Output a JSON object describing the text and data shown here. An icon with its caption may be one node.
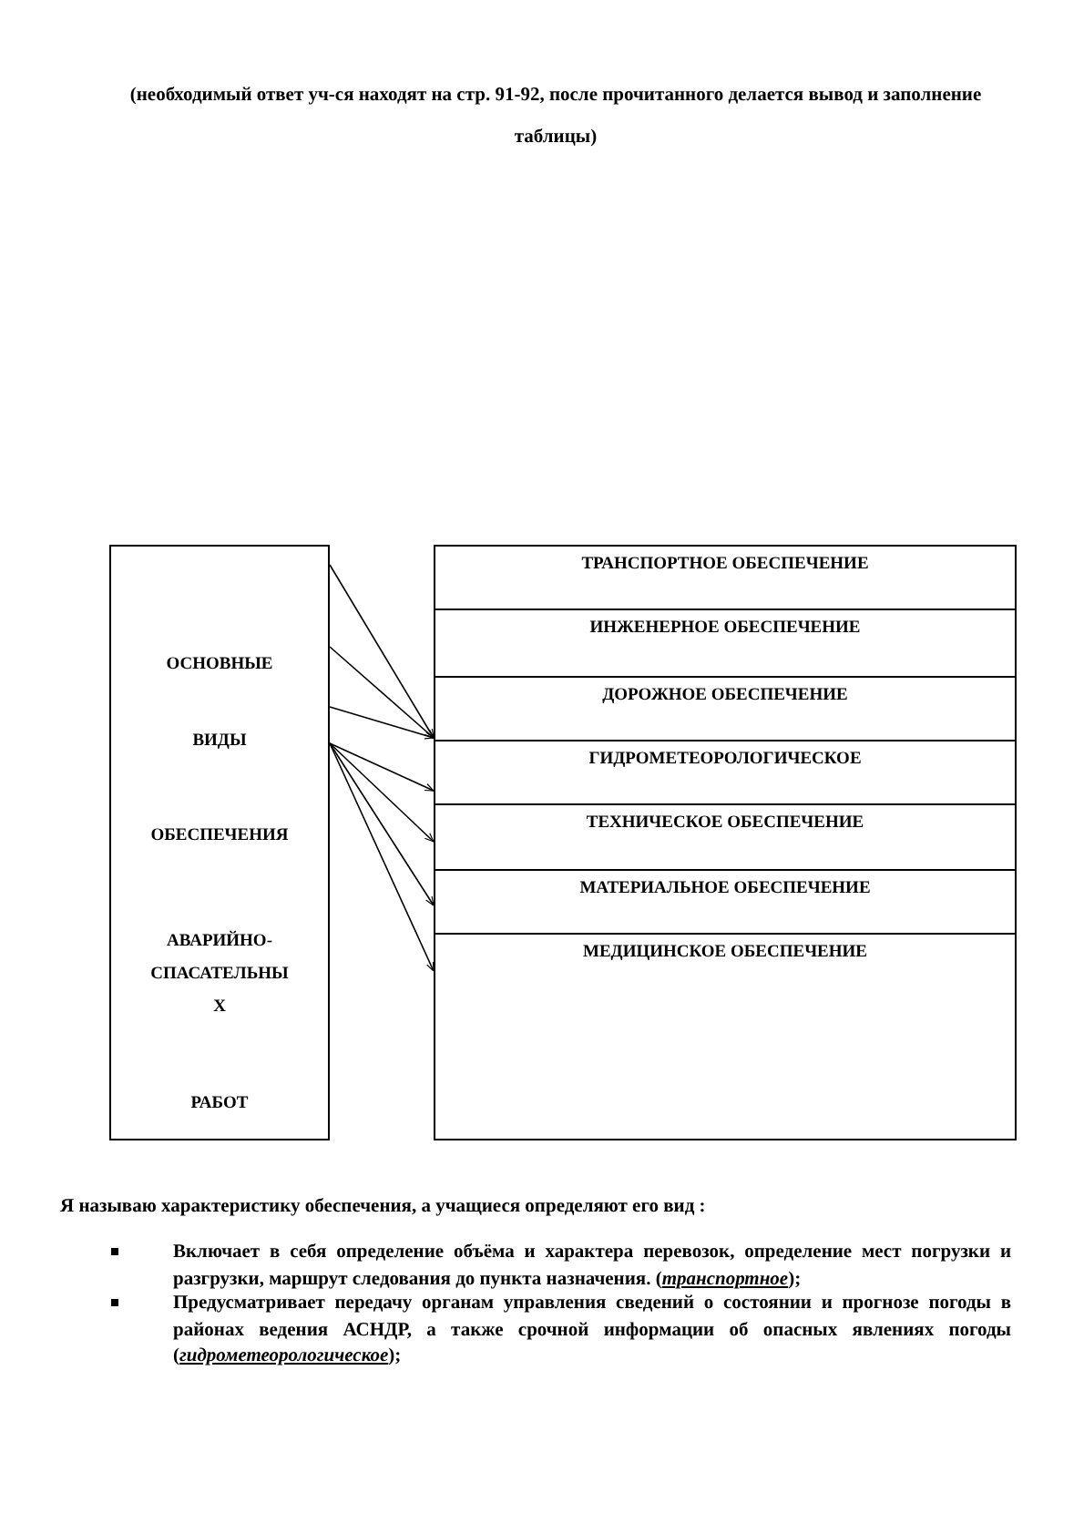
{
  "diagram": {
    "nodes": [
      {
        "text": [
          "ОСНОВНЫЕ",
          "ВИДЫ",
          "ОБЕСПЕЧЕНИЯ",
          "АВАРИЙНО-СПАСАТЕЛЬНЫ Х",
          "РАБОТ"
        ]
      },
      {
        "text": [
          "ТРАНСПОРТНОЕ ОБЕСПЕЧЕНИЕ"
        ]
      },
      {
        "text": [
          "ИНЖЕНЕРНОЕ ОБЕСПЕЧЕНИЕ"
        ]
      },
      {
        "text": [
          "ДОРОЖНОЕ ОБЕСПЕЧЕНИЕ"
        ]
      },
      {
        "text": [
          "ГИДРОМЕТЕОРОЛОГИЧЕСКОЕ"
        ]
      },
      {
        "text": [
          "ТЕХНИЧЕСКОЕ ОБЕСПЕЧЕНИЕ"
        ]
      },
      {
        "text": [
          "МАТЕРИАЛЬНОЕ ОБЕСПЕЧЕНИЕ"
        ]
      },
      {
        "text": [
          "МЕДИЦИНСКОЕ ОБЕСПЕЧЕНИЕ"
        ]
      }
    ],
    "edges": [
      {
        "from": 0,
        "to": 3,
        "arrow": "to"
      },
      {
        "from": 0,
        "to": 3,
        "arrow": "to"
      },
      {
        "from": 0,
        "to": 3,
        "arrow": "to"
      },
      {
        "from": 0,
        "to": 4,
        "arrow": "to"
      },
      {
        "from": 0,
        "to": 5,
        "arrow": "to"
      },
      {
        "from": 0,
        "to": 6,
        "arrow": "to"
      },
      {
        "from": 0,
        "to": 7,
        "arrow": "to"
      }
    ],
    "labels": [
      "(необходимый ответ уч-ся находят на стр. 91-92, после прочитанного делается вывод и заполнение таблицы)",
      "Я называю характеристику обеспечения, а учащиеся определяют его вид :",
      "Включает в себя определение объёма и характера перевозок, определение мест погрузки и разгрузки, маршрут следования до пункта назначения. (*транспортное*);",
      "Предусматривает передачу органам управления сведений о состоянии и прогнозе погоды в районах ведения АСНДР, а также срочной информации об опасных явлениях погоды (*гидрометеорологическое*);"
    ]
  }
}
